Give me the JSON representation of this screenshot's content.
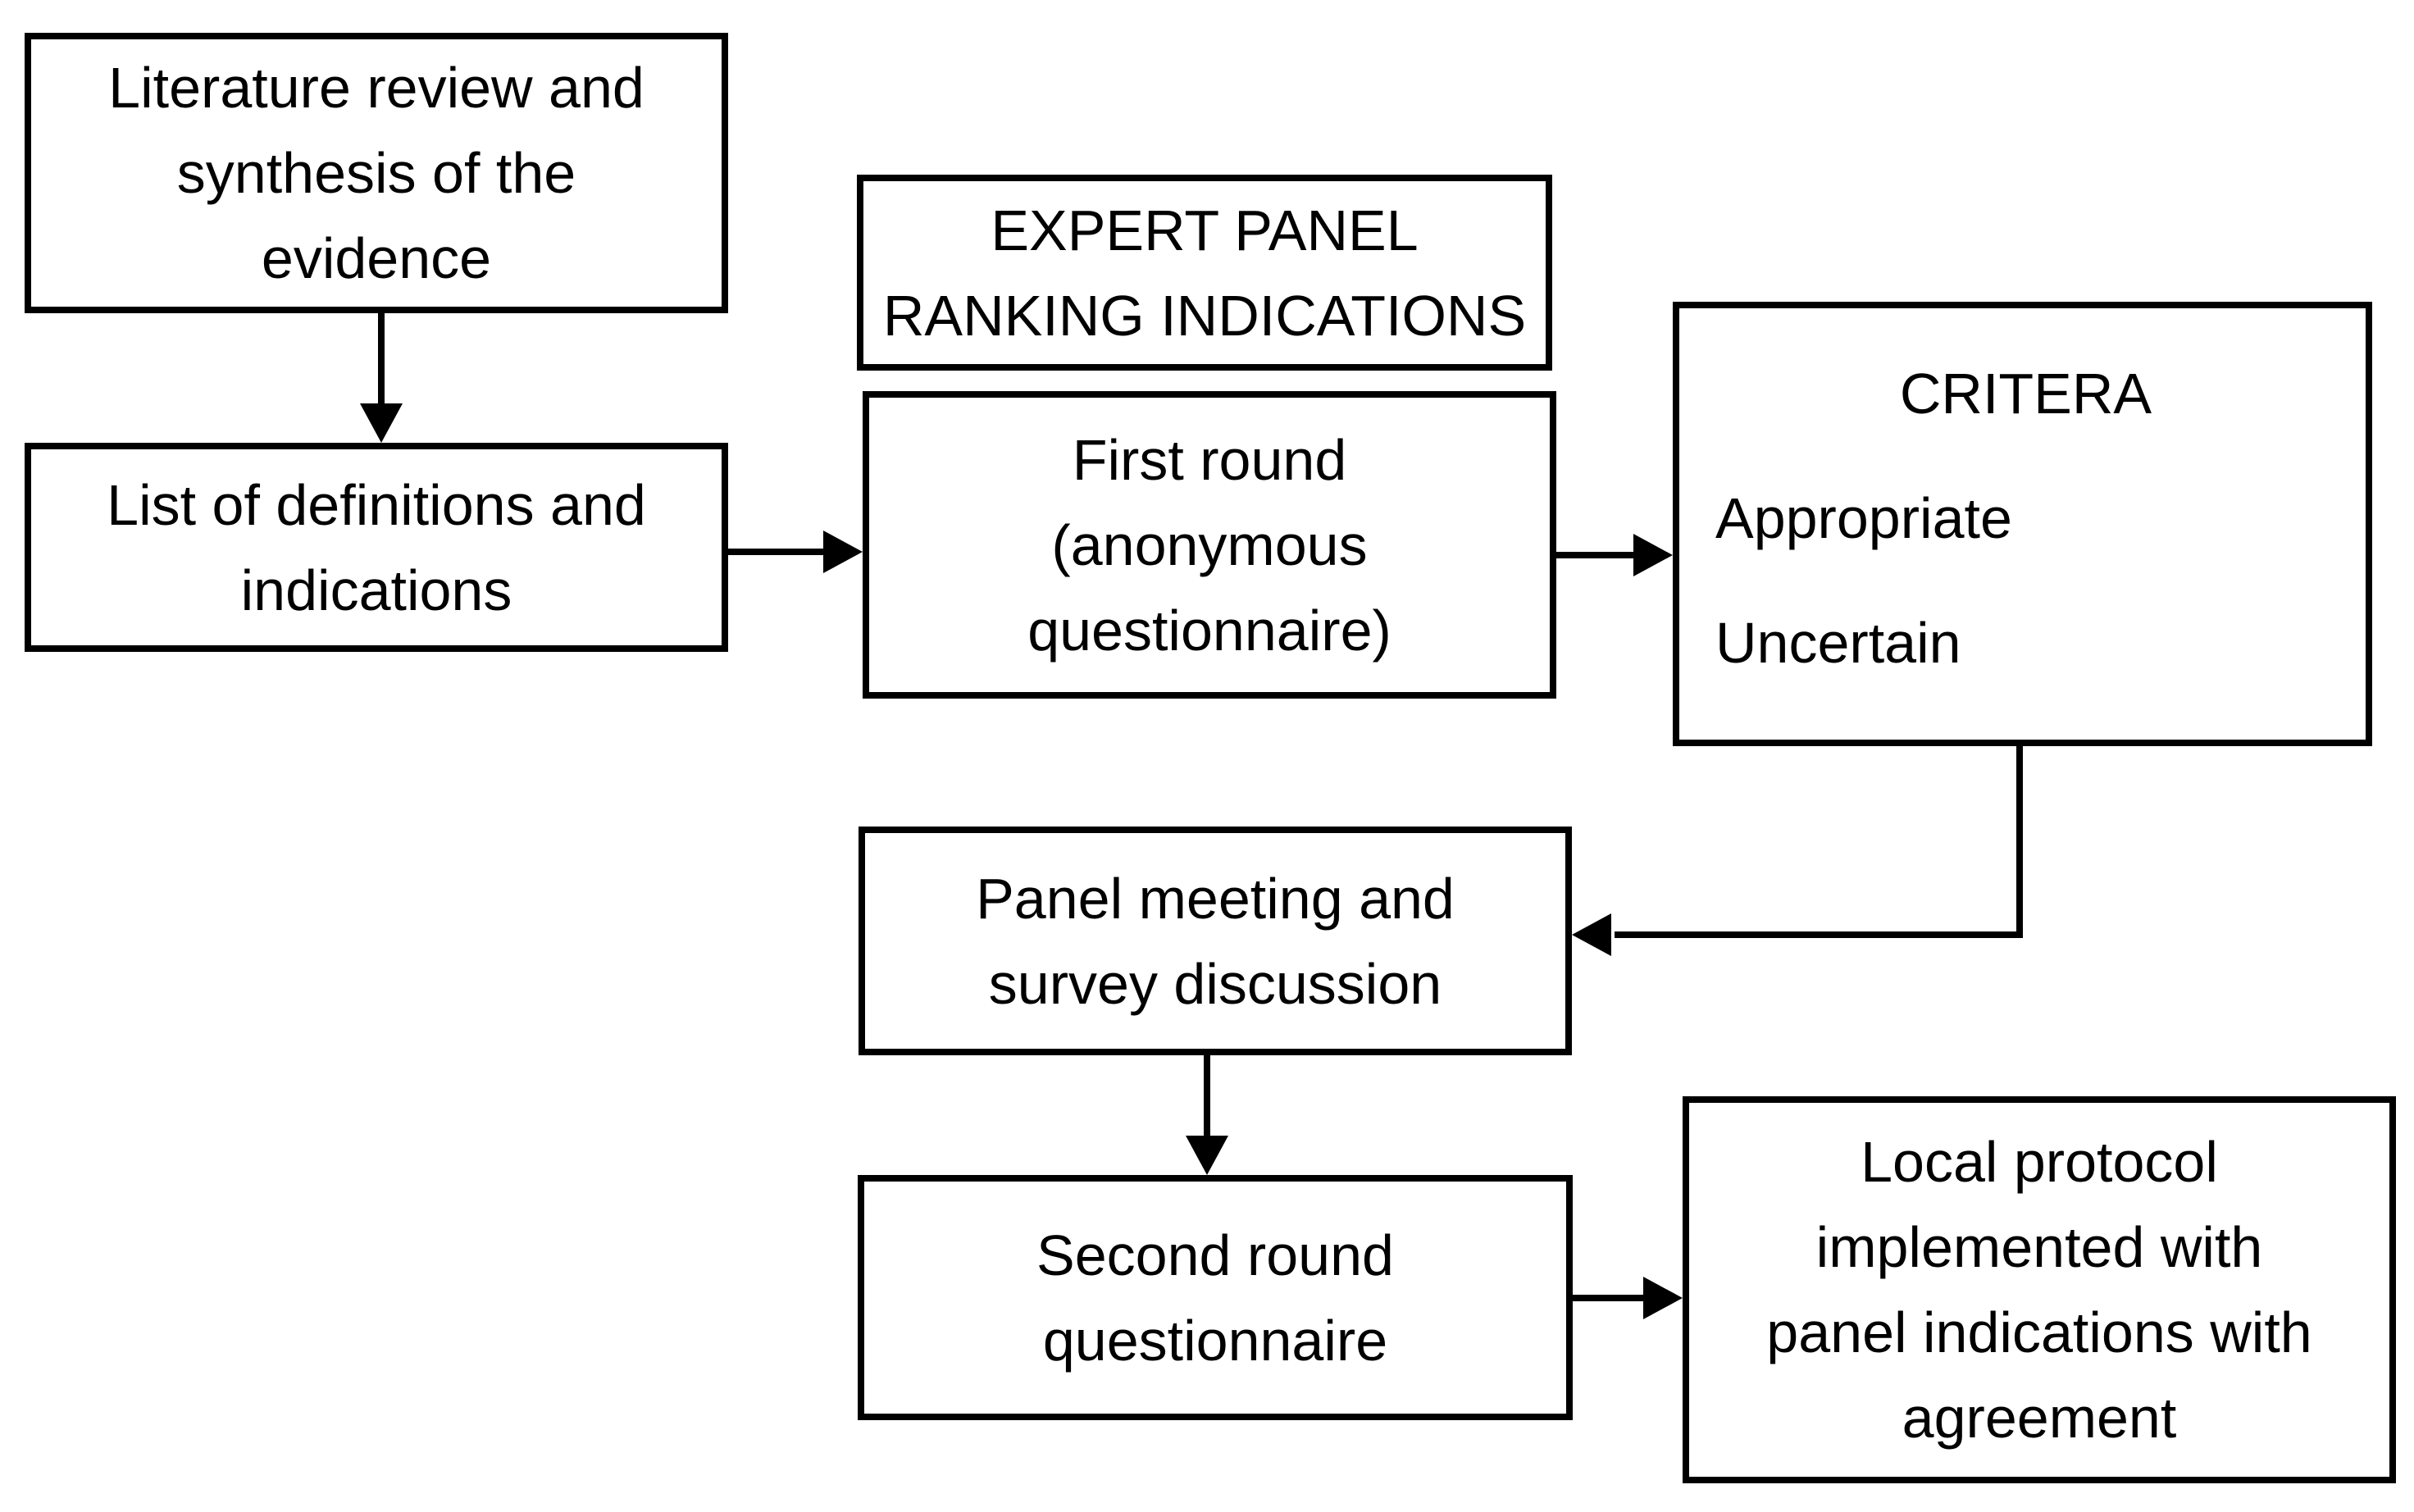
{
  "diagram": {
    "background_color": "#ffffff",
    "ink_color": "#000000",
    "nodes": {
      "literature_review": {
        "text": "Literature review and\nsynthesis of the\nevidence"
      },
      "definitions_indications": {
        "text": "List of definitions and\nindications"
      },
      "expert_panel_header": {
        "text": "EXPERT PANEL\nRANKING INDICATIONS"
      },
      "first_round": {
        "text": "First round\n(anonymous\nquestionnaire)"
      },
      "criteria": {
        "title": "CRITERA",
        "items": [
          "Appropriate",
          "Uncertain"
        ]
      },
      "panel_meeting": {
        "text": "Panel meeting and\nsurvey discussion"
      },
      "second_round": {
        "text": "Second round\nquestionnaire"
      },
      "local_protocol": {
        "text": "Local protocol\nimplemented with\npanel indications with\nagreement"
      }
    },
    "edges": [
      {
        "from": "literature_review",
        "to": "definitions_indications"
      },
      {
        "from": "definitions_indications",
        "to": "first_round"
      },
      {
        "from": "first_round",
        "to": "criteria"
      },
      {
        "from": "criteria",
        "to": "panel_meeting"
      },
      {
        "from": "panel_meeting",
        "to": "second_round"
      },
      {
        "from": "second_round",
        "to": "local_protocol"
      }
    ]
  }
}
